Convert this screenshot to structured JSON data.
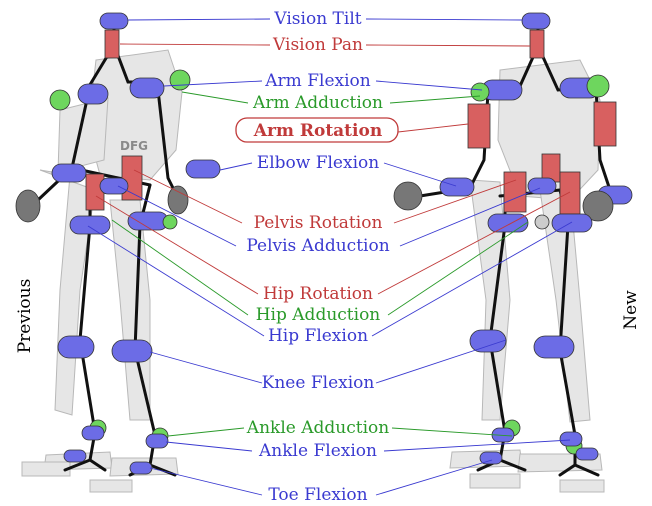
{
  "colors": {
    "blue": "#3a3ad0",
    "red": "#c03a3a",
    "green": "#2a9a2a",
    "blue_actuator": "#6c6ce6",
    "red_actuator": "#d86060",
    "green_actuator": "#6ed65e",
    "link": "#111111"
  },
  "side_labels": {
    "left": "Previous",
    "right": "New"
  },
  "joints": [
    {
      "id": "vision-tilt",
      "label": "Vision Tilt",
      "color": "blue",
      "highlight": false
    },
    {
      "id": "vision-pan",
      "label": "Vision Pan",
      "color": "red",
      "highlight": false
    },
    {
      "id": "arm-flexion",
      "label": "Arm Flexion",
      "color": "blue",
      "highlight": false
    },
    {
      "id": "arm-adduction",
      "label": "Arm Adduction",
      "color": "green",
      "highlight": false
    },
    {
      "id": "arm-rotation",
      "label": "Arm Rotation",
      "color": "red",
      "highlight": true
    },
    {
      "id": "elbow-flexion",
      "label": "Elbow Flexion",
      "color": "blue",
      "highlight": false
    },
    {
      "id": "pelvis-rotation",
      "label": "Pelvis Rotation",
      "color": "red",
      "highlight": false
    },
    {
      "id": "pelvis-adduction",
      "label": "Pelvis Adduction",
      "color": "blue",
      "highlight": false
    },
    {
      "id": "hip-rotation",
      "label": "Hip Rotation",
      "color": "red",
      "highlight": false
    },
    {
      "id": "hip-adduction",
      "label": "Hip Adduction",
      "color": "green",
      "highlight": false
    },
    {
      "id": "hip-flexion",
      "label": "Hip Flexion",
      "color": "blue",
      "highlight": false
    },
    {
      "id": "knee-flexion",
      "label": "Knee Flexion",
      "color": "blue",
      "highlight": false
    },
    {
      "id": "ankle-adduction",
      "label": "Ankle Adduction",
      "color": "green",
      "highlight": false
    },
    {
      "id": "ankle-flexion",
      "label": "Ankle Flexion",
      "color": "blue",
      "highlight": false
    },
    {
      "id": "toe-flexion",
      "label": "Toe Flexion",
      "color": "blue",
      "highlight": false
    }
  ]
}
